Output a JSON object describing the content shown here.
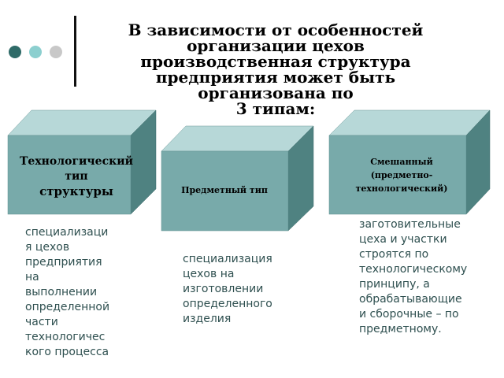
{
  "title": {
    "lines": [
      "В зависимости от особенностей",
      "организации цехов",
      "производственная структура",
      "предприятия может быть",
      "организована по",
      "3 типам:"
    ]
  },
  "colors": {
    "dot_dark": "#2f6b68",
    "dot_light": "#8ccfcf",
    "dot_gray": "#c8c8c8",
    "box_front": "#78aaaa",
    "box_top": "#b7d8d8",
    "box_side": "#4f8281",
    "desc_text": "#2f5050"
  },
  "types": [
    {
      "label_lines": [
        "Технологический",
        "тип",
        "структуры"
      ],
      "description_lines": [
        "специализаци",
        "я цехов",
        "предприятия",
        "на",
        "выполнении",
        "определенной",
        "части",
        "технологичес",
        "кого процесса"
      ]
    },
    {
      "label_lines": [
        "Предметный тип"
      ],
      "description_lines": [
        "специализация",
        "цехов на",
        "изготовлении",
        "определенного",
        "изделия"
      ]
    },
    {
      "label_lines": [
        "Смешанный",
        "(предметно-",
        "технологический)"
      ],
      "description_lines": [
        "заготовительные",
        "цеха и участки",
        "строятся по",
        "технологическому",
        "принципу, а",
        "обрабатывающие",
        "и сборочные – по",
        "предметному."
      ]
    }
  ]
}
